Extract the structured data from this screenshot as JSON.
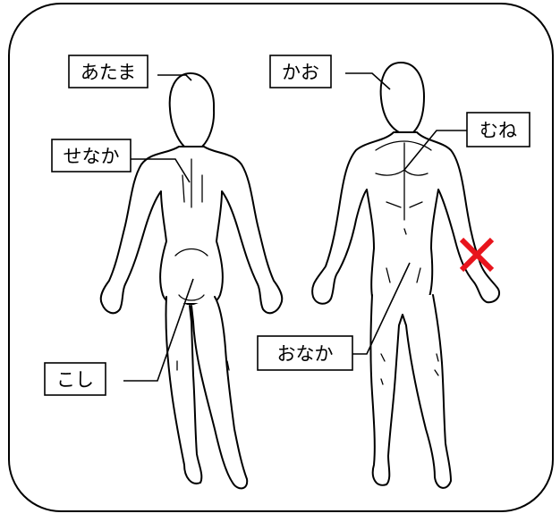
{
  "colors": {
    "frame": "#000000",
    "marker": "#e8141c",
    "background": "#ffffff"
  },
  "labels": {
    "back_head": "あたま",
    "back_back": "せなか",
    "back_waist": "こし",
    "front_face": "かお",
    "front_chest": "むね",
    "front_belly": "おなか"
  },
  "marker": {
    "icon": "red-x-mark",
    "location": "right-forearm"
  }
}
